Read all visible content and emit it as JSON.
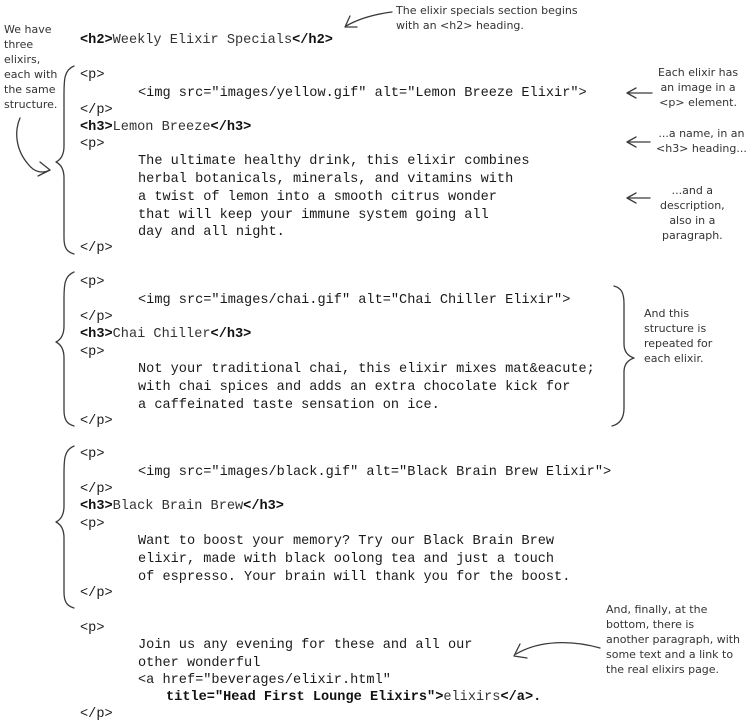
{
  "h2": {
    "open": "<h2>",
    "text": "Weekly Elixir Specials",
    "close": "</h2>"
  },
  "elixirs": [
    {
      "p_open": "<p>",
      "img": "<img src=\"images/yellow.gif\" alt=\"Lemon Breeze Elixir\">",
      "p_close": "</p>",
      "h3_open": "<h3>",
      "name": "Lemon Breeze",
      "h3_close": "</h3>",
      "desc_open": "<p>",
      "desc_lines": [
        "The ultimate healthy drink, this elixir combines",
        "herbal botanicals, minerals, and vitamins with",
        "a twist of lemon into a smooth citrus wonder",
        "that will keep your immune system going all",
        "day and all night."
      ],
      "desc_close": "</p>"
    },
    {
      "p_open": "<p>",
      "img": "<img src=\"images/chai.gif\" alt=\"Chai Chiller Elixir\">",
      "p_close": "</p>",
      "h3_open": "<h3>",
      "name": "Chai Chiller",
      "h3_close": "</h3>",
      "desc_open": "<p>",
      "desc_lines": [
        "Not your traditional chai, this elixir mixes mat&eacute;",
        "with chai spices and adds an extra chocolate kick for",
        "a caffeinated taste sensation on ice."
      ],
      "desc_close": "</p>"
    },
    {
      "p_open": "<p>",
      "img": "<img src=\"images/black.gif\" alt=\"Black Brain Brew Elixir\">",
      "p_close": "</p>",
      "h3_open": "<h3>",
      "name": "Black Brain Brew",
      "h3_close": "</h3>",
      "desc_open": "<p>",
      "desc_lines": [
        "Want to boost your memory? Try our Black Brain Brew",
        "elixir, made with black oolong tea and just a touch",
        "of espresso. Your brain will thank you for the boost."
      ],
      "desc_close": "</p>"
    }
  ],
  "footer": {
    "p_open": "<p>",
    "lines": [
      "Join us any evening for these and all our",
      "other wonderful"
    ],
    "a_open_1": "<a href=\"beverages/elixir.html\"",
    "a_open_2": "title=\"Head First Lounge Elixirs\">",
    "link_text": "elixirs",
    "a_close": "</a>.",
    "p_close": "</p>"
  },
  "annotations": {
    "h2_note": "The elixir specials section begins\nwith an <h2> heading.",
    "three_elixirs": "We have\nthree\nelixirs,\neach with\nthe same\nstructure.",
    "image_note": "Each elixir has\nan image in a\n<p> element.",
    "name_note": "...a name, in an\n<h3> heading...",
    "desc_note": "...and a\ndescription,\nalso in a\nparagraph.",
    "repeat_note": "And this\nstructure is\nrepeated for\neach elixir.",
    "final_note": "And, finally, at the\nbottom, there is\nanother paragraph, with\nsome text and a link to\nthe real elixirs page."
  }
}
